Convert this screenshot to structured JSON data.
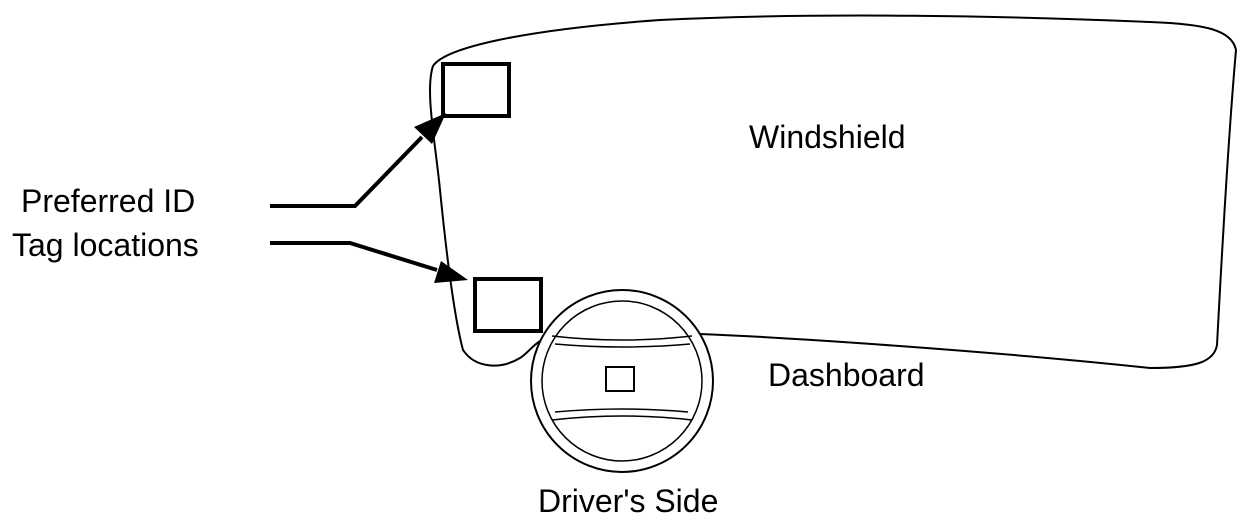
{
  "labels": {
    "windshield": "Windshield",
    "dashboard": "Dashboard",
    "drivers_side": "Driver's Side",
    "preferred_line1": "Preferred ID",
    "preferred_line2": "Tag locations"
  },
  "colors": {
    "stroke": "#000000",
    "background": "#ffffff"
  }
}
